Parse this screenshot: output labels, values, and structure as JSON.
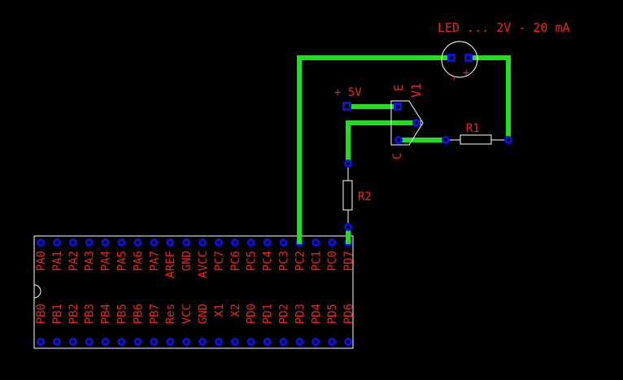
{
  "led": {
    "label": "LED ... 2V - 20 mA",
    "minus": "-",
    "plus": "+"
  },
  "supply": {
    "label": "+ 5V"
  },
  "transistor": {
    "name": "V1",
    "emitter": "E",
    "collector": "C"
  },
  "r1": {
    "name": "R1"
  },
  "r2": {
    "name": "R2"
  },
  "mcu": {
    "top_pins": [
      "PA0",
      "PA1",
      "PA2",
      "PA3",
      "PA4",
      "PA5",
      "PA6",
      "PA7",
      "AREF",
      "GND",
      "AVCC",
      "PC7",
      "PC6",
      "PC5",
      "PC4",
      "PC3",
      "PC2",
      "PC1",
      "PC0",
      "PD7"
    ],
    "bottom_pins": [
      "PB0",
      "PB1",
      "PB2",
      "PB3",
      "PB4",
      "PB5",
      "PB6",
      "PB7",
      "Res",
      "VCC",
      "GND",
      "X1",
      "X2",
      "PD0",
      "PD1",
      "PD2",
      "PD3",
      "PD4",
      "PD5",
      "PD6"
    ]
  },
  "colors": {
    "trace": "#22dd22",
    "pad": "#1010e0",
    "silk": "#e8281e",
    "outline": "#ffffff",
    "background": "#000000"
  }
}
